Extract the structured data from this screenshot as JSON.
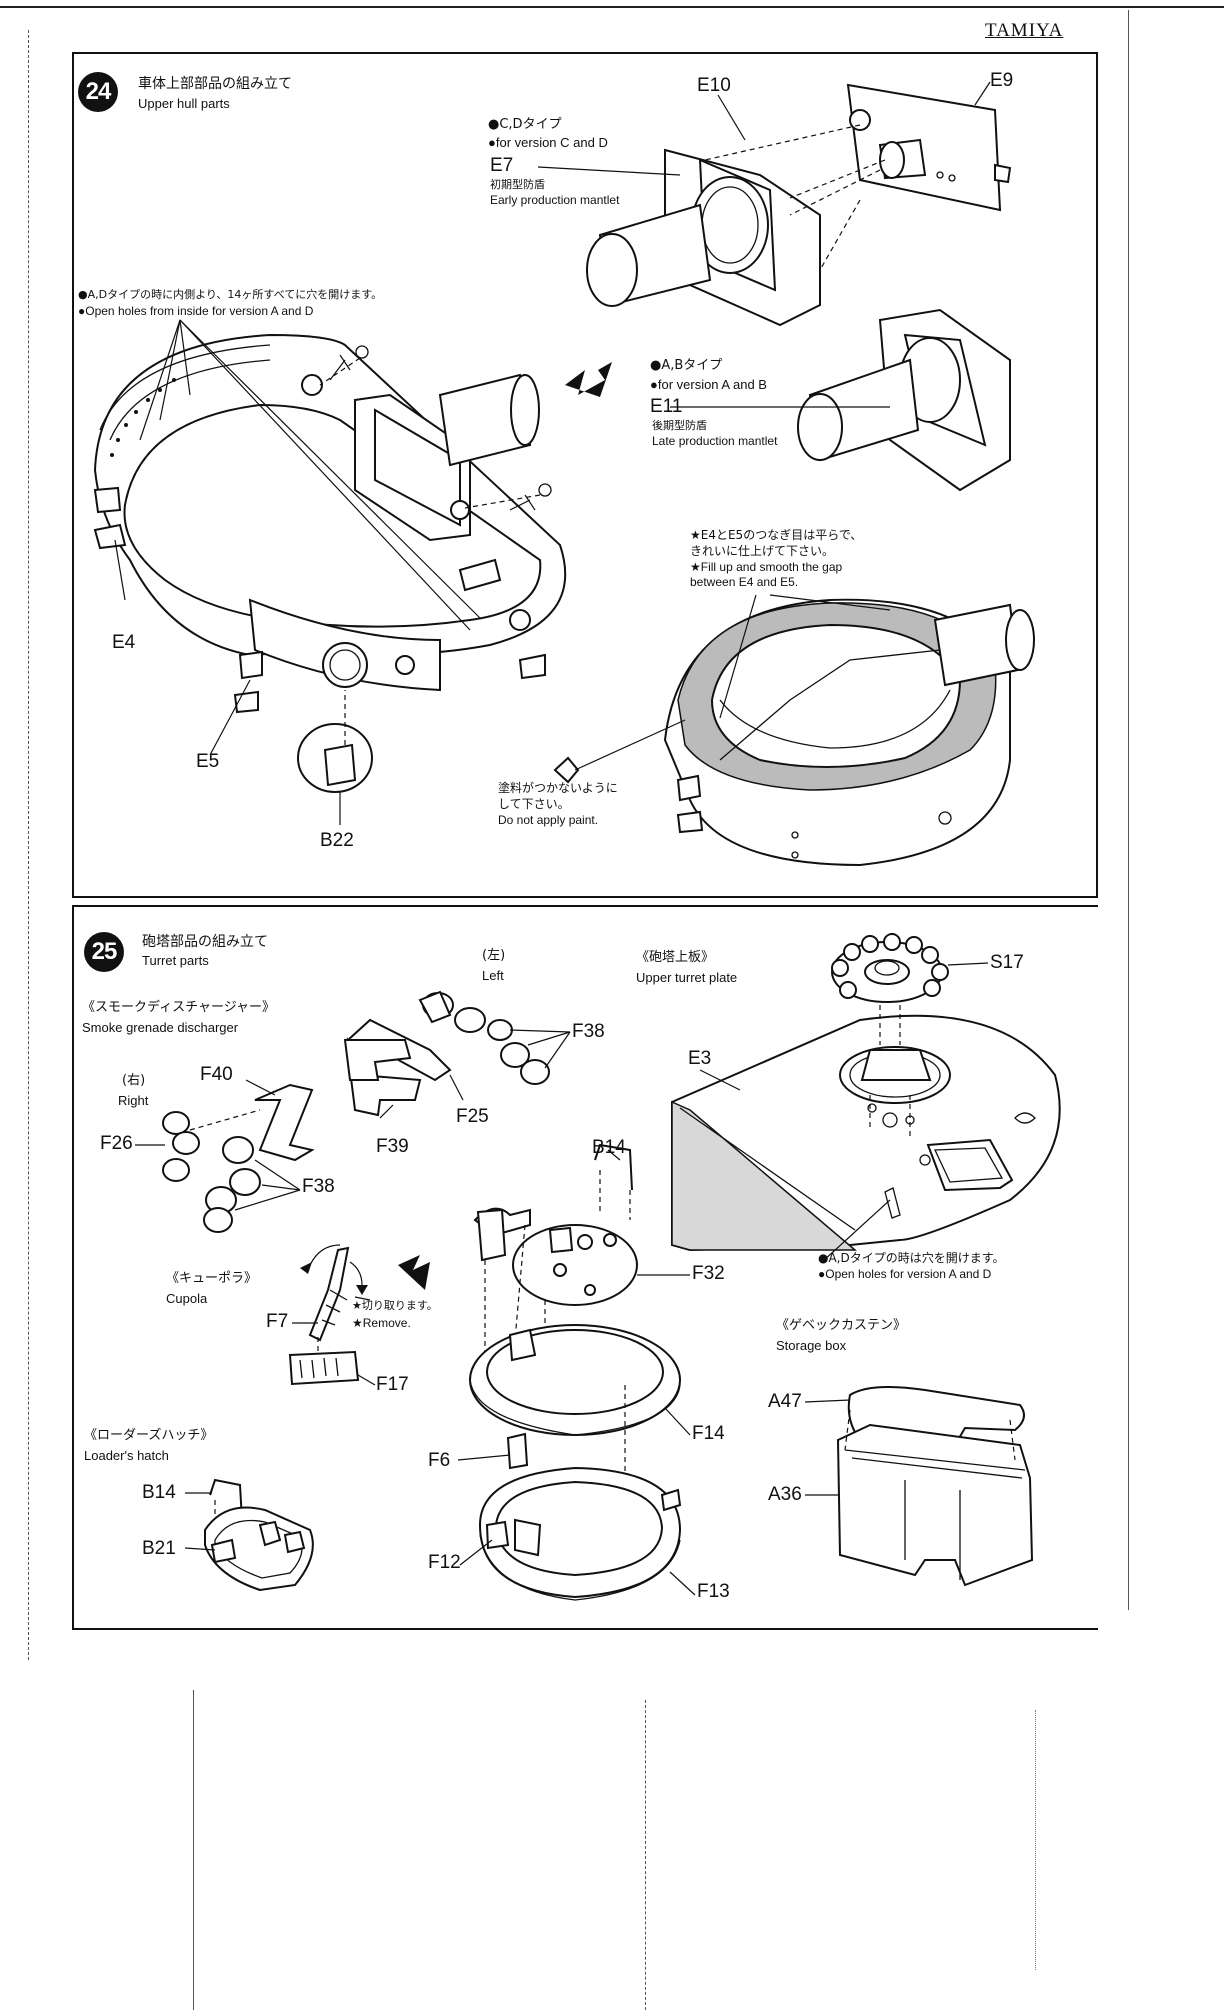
{
  "brand": "TAMIYA",
  "step24": {
    "number": "24",
    "title_jp": "車体上部部品の組み立て",
    "title_en": "Upper hull parts",
    "note_cd_jp": "●C,Dタイプ",
    "note_cd_en": "●for version C and D",
    "early_mantlet_jp": "初期型防盾",
    "early_mantlet_en": "Early production mantlet",
    "holes_jp": "●A,Dタイプの時に内側より、14ヶ所すべてに穴を開けます。",
    "holes_en": "●Open holes from inside for version A and D",
    "note_ab_jp": "●A,Bタイプ",
    "note_ab_en": "●for version A and B",
    "late_mantlet_jp": "後期型防盾",
    "late_mantlet_en": "Late production mantlet",
    "gap_jp_1": "★E4とE5のつなぎ目は平らで、",
    "gap_jp_2": "きれいに仕上げて下さい。",
    "gap_en_1": "★Fill up and smooth the gap",
    "gap_en_2": "between E4 and E5.",
    "paint_jp_1": "塗料がつかないように",
    "paint_jp_2": "して下さい。",
    "paint_en": "Do not apply paint.",
    "parts": {
      "E10": "E10",
      "E9": "E9",
      "E7": "E7",
      "E11": "E11",
      "E4": "E4",
      "E5": "E5",
      "B22": "B22"
    }
  },
  "step25": {
    "number": "25",
    "title_jp": "砲塔部品の組み立て",
    "title_en": "Turret parts",
    "smoke_jp": "《スモークディスチャージャー》",
    "smoke_en": "Smoke grenade discharger",
    "right_jp": "(右)",
    "right_en": "Right",
    "left_jp": "(左)",
    "left_en": "Left",
    "upper_plate_jp": "《砲塔上板》",
    "upper_plate_en": "Upper turret plate",
    "cupola_jp": "《キューポラ》",
    "cupola_en": "Cupola",
    "remove_jp": "★切り取ります。",
    "remove_en": "★Remove.",
    "loader_jp": "《ローダーズハッチ》",
    "loader_en": "Loader's hatch",
    "holes_ad_jp": "●A,Dタイプの時は穴を開けます。",
    "holes_ad_en": "●Open holes for version A and D",
    "storage_jp": "《ゲベックカステン》",
    "storage_en": "Storage box",
    "parts": {
      "F40": "F40",
      "F26": "F26",
      "F38a": "F38",
      "F38b": "F38",
      "F39": "F39",
      "F25": "F25",
      "S17": "S17",
      "E3": "E3",
      "B14a": "B14",
      "F32": "F32",
      "F7": "F7",
      "F17": "F17",
      "F14": "F14",
      "F6": "F6",
      "F12": "F12",
      "F13": "F13",
      "A47": "A47",
      "A36": "A36",
      "B14b": "B14",
      "B21": "B21"
    }
  }
}
